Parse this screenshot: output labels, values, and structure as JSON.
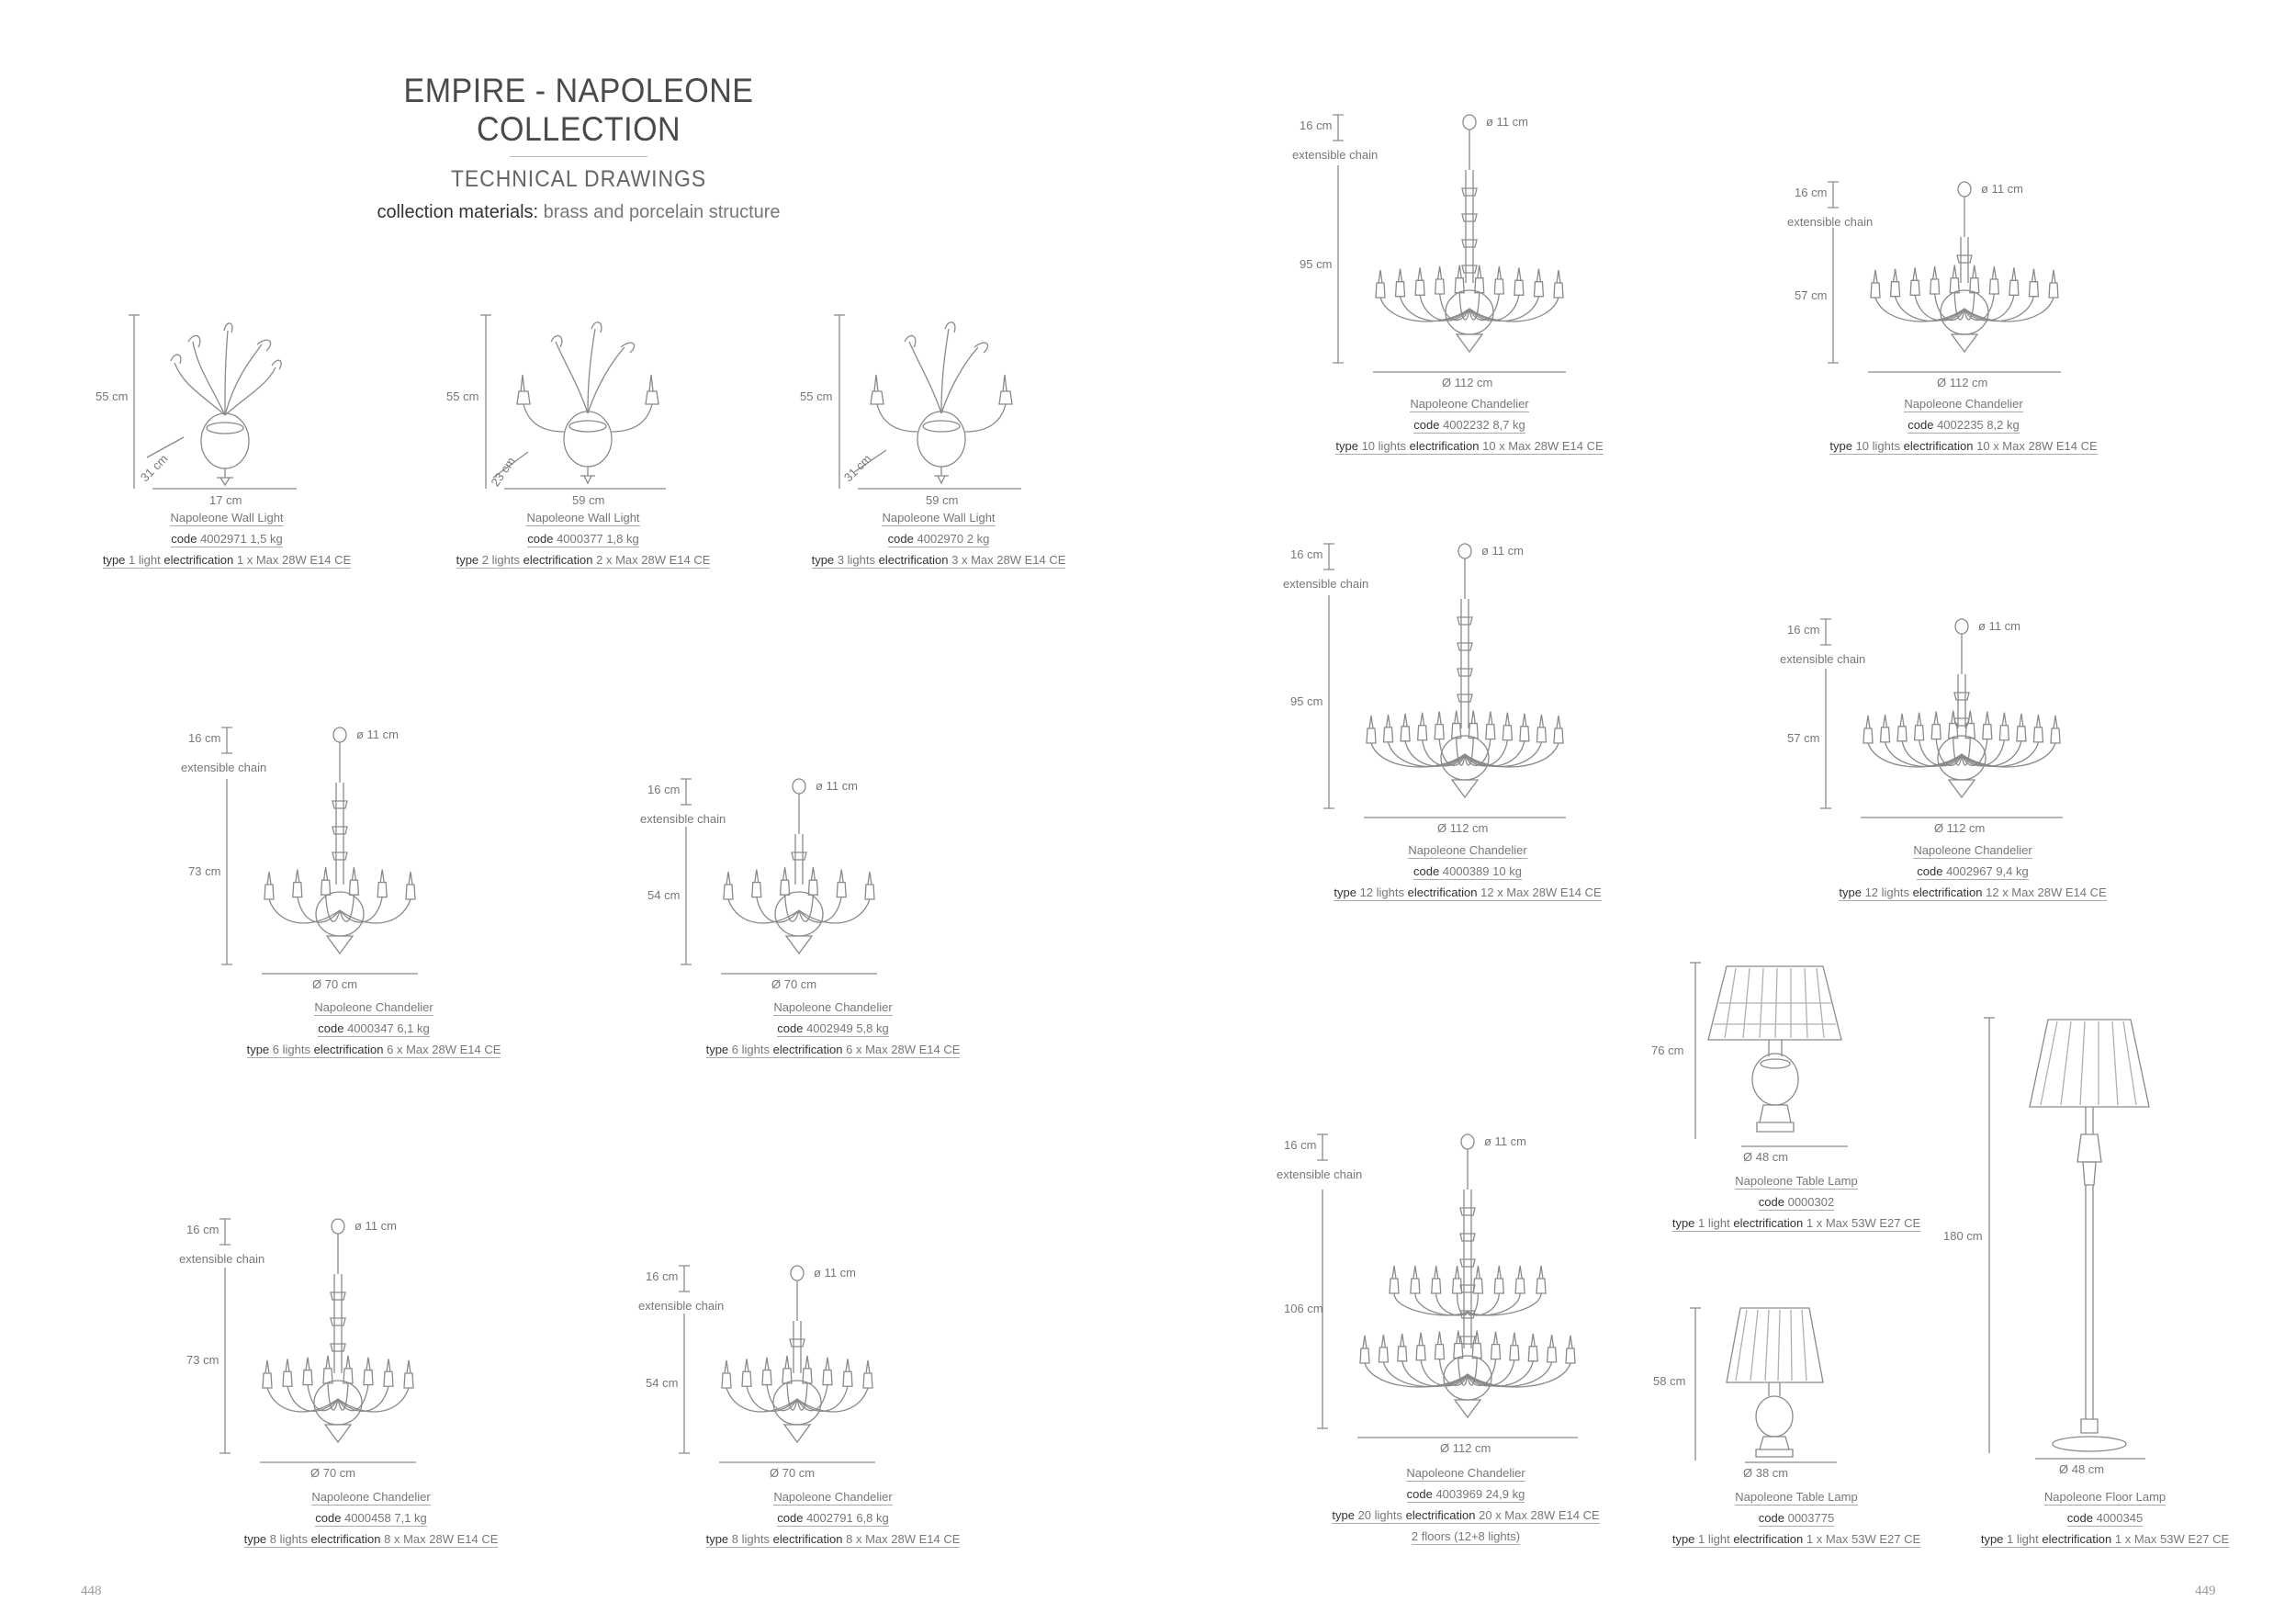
{
  "header": {
    "title": "EMPIRE - NAPOLEONE COLLECTION",
    "subtitle": "TECHNICAL DRAWINGS",
    "materials_key": "collection materials:",
    "materials_value": "brass and porcelain structure"
  },
  "labels": {
    "code": "code",
    "type": "type",
    "electrification": "electrification",
    "extensible_chain": "extensible chain"
  },
  "page_numbers": {
    "left": "448",
    "right": "449"
  },
  "products": [
    {
      "name": "Napoleone Wall Light",
      "code": "4002971",
      "weight": "1,5 kg",
      "type": "1 light",
      "elec": "1 x Max 28W E14 CE",
      "height": "55 cm",
      "depth": "31 cm",
      "width": "17 cm"
    },
    {
      "name": "Napoleone Wall Light",
      "code": "4000377",
      "weight": "1,8 kg",
      "type": "2 lights",
      "elec": "2 x Max 28W E14 CE",
      "height": "55 cm",
      "depth": "23 cm",
      "width": "59 cm"
    },
    {
      "name": "Napoleone Wall Light",
      "code": "4002970",
      "weight": "2 kg",
      "type": "3 lights",
      "elec": "3 x Max 28W E14 CE",
      "height": "55 cm",
      "depth": "31 cm",
      "width": "59 cm"
    },
    {
      "name": "Napoleone Chandelier",
      "code": "4000347",
      "weight": "6,1 kg",
      "type": "6 lights",
      "elec": "6 x Max 28W E14 CE",
      "chain": "16 cm",
      "canopy": "ø 11 cm",
      "height": "73 cm",
      "diameter": "Ø 70 cm"
    },
    {
      "name": "Napoleone Chandelier",
      "code": "4002949",
      "weight": "5,8 kg",
      "type": "6 lights",
      "elec": "6 x Max 28W E14 CE",
      "chain": "16 cm",
      "canopy": "ø 11 cm",
      "height": "54 cm",
      "diameter": "Ø 70 cm"
    },
    {
      "name": "Napoleone Chandelier",
      "code": "4000458",
      "weight": "7,1 kg",
      "type": "8 lights",
      "elec": "8 x Max 28W E14 CE",
      "chain": "16 cm",
      "canopy": "ø 11 cm",
      "height": "73 cm",
      "diameter": "Ø 70 cm"
    },
    {
      "name": "Napoleone Chandelier",
      "code": "4002791",
      "weight": "6,8 kg",
      "type": "8 lights",
      "elec": "8 x Max 28W E14 CE",
      "chain": "16 cm",
      "canopy": "ø 11 cm",
      "height": "54 cm",
      "diameter": "Ø 70 cm"
    },
    {
      "name": "Napoleone Chandelier",
      "code": "4002232",
      "weight": "8,7 kg",
      "type": "10 lights",
      "elec": "10 x Max 28W E14 CE",
      "chain": "16 cm",
      "canopy": "ø 11 cm",
      "height": "95 cm",
      "diameter": "Ø 112 cm"
    },
    {
      "name": "Napoleone Chandelier",
      "code": "4002235",
      "weight": "8,2 kg",
      "type": "10 lights",
      "elec": "10 x Max 28W E14 CE",
      "chain": "16 cm",
      "canopy": "ø 11 cm",
      "height": "57 cm",
      "diameter": "Ø 112 cm"
    },
    {
      "name": "Napoleone Chandelier",
      "code": "4000389",
      "weight": "10 kg",
      "type": "12 lights",
      "elec": "12 x Max 28W E14 CE",
      "chain": "16 cm",
      "canopy": "ø 11 cm",
      "height": "95 cm",
      "diameter": "Ø 112 cm"
    },
    {
      "name": "Napoleone Chandelier",
      "code": "4002967",
      "weight": "9,4 kg",
      "type": "12 lights",
      "elec": "12 x Max 28W E14 CE",
      "chain": "16 cm",
      "canopy": "ø 11 cm",
      "height": "57 cm",
      "diameter": "Ø 112 cm"
    },
    {
      "name": "Napoleone Chandelier",
      "code": "4003969",
      "weight": "24,9 kg",
      "type": "20 lights",
      "elec": "20 x Max 28W E14 CE",
      "extra": "2 floors (12+8 lights)",
      "chain": "16 cm",
      "canopy": "ø 11 cm",
      "height": "106 cm",
      "diameter": "Ø 112 cm"
    },
    {
      "name": "Napoleone Table Lamp",
      "code": "0000302",
      "type": "1 light",
      "elec": "1 x Max 53W E27 CE",
      "height": "76 cm",
      "diameter": "Ø 48 cm"
    },
    {
      "name": "Napoleone Table Lamp",
      "code": "0003775",
      "type": "1 light",
      "elec": "1 x Max 53W E27 CE",
      "height": "58 cm",
      "diameter": "Ø 38 cm"
    },
    {
      "name": "Napoleone Floor Lamp",
      "code": "4000345",
      "type": "1 light",
      "elec": "1 x Max 53W E27 CE",
      "height": "180 cm",
      "diameter": "Ø 48 cm"
    }
  ]
}
